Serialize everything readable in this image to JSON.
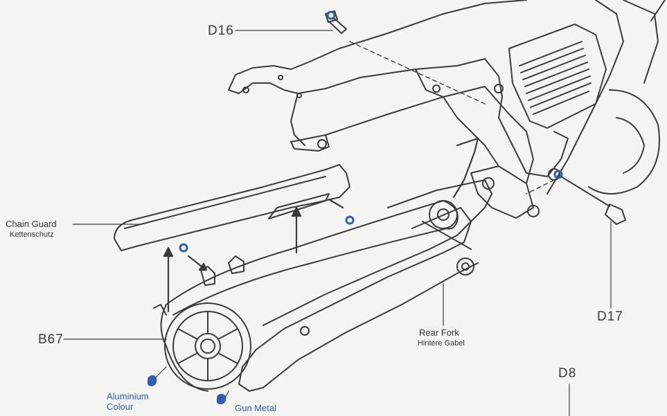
{
  "labels": {
    "d16": "D16",
    "d17": "D17",
    "d8": "D8",
    "b67": "B67",
    "chain_guard_en": "Chain Guard",
    "chain_guard_de": "Kettenschutz",
    "rear_fork_en": "Rear Fork",
    "rear_fork_de": "Hintere Gabel",
    "aluminium_1": "Aluminium",
    "aluminium_2": "Colour",
    "gun_metal": "Gun Metal"
  },
  "colors": {
    "paint_marker": "#2f5fb0",
    "line": "#3a3a3a",
    "background": "#f4f4f2"
  }
}
